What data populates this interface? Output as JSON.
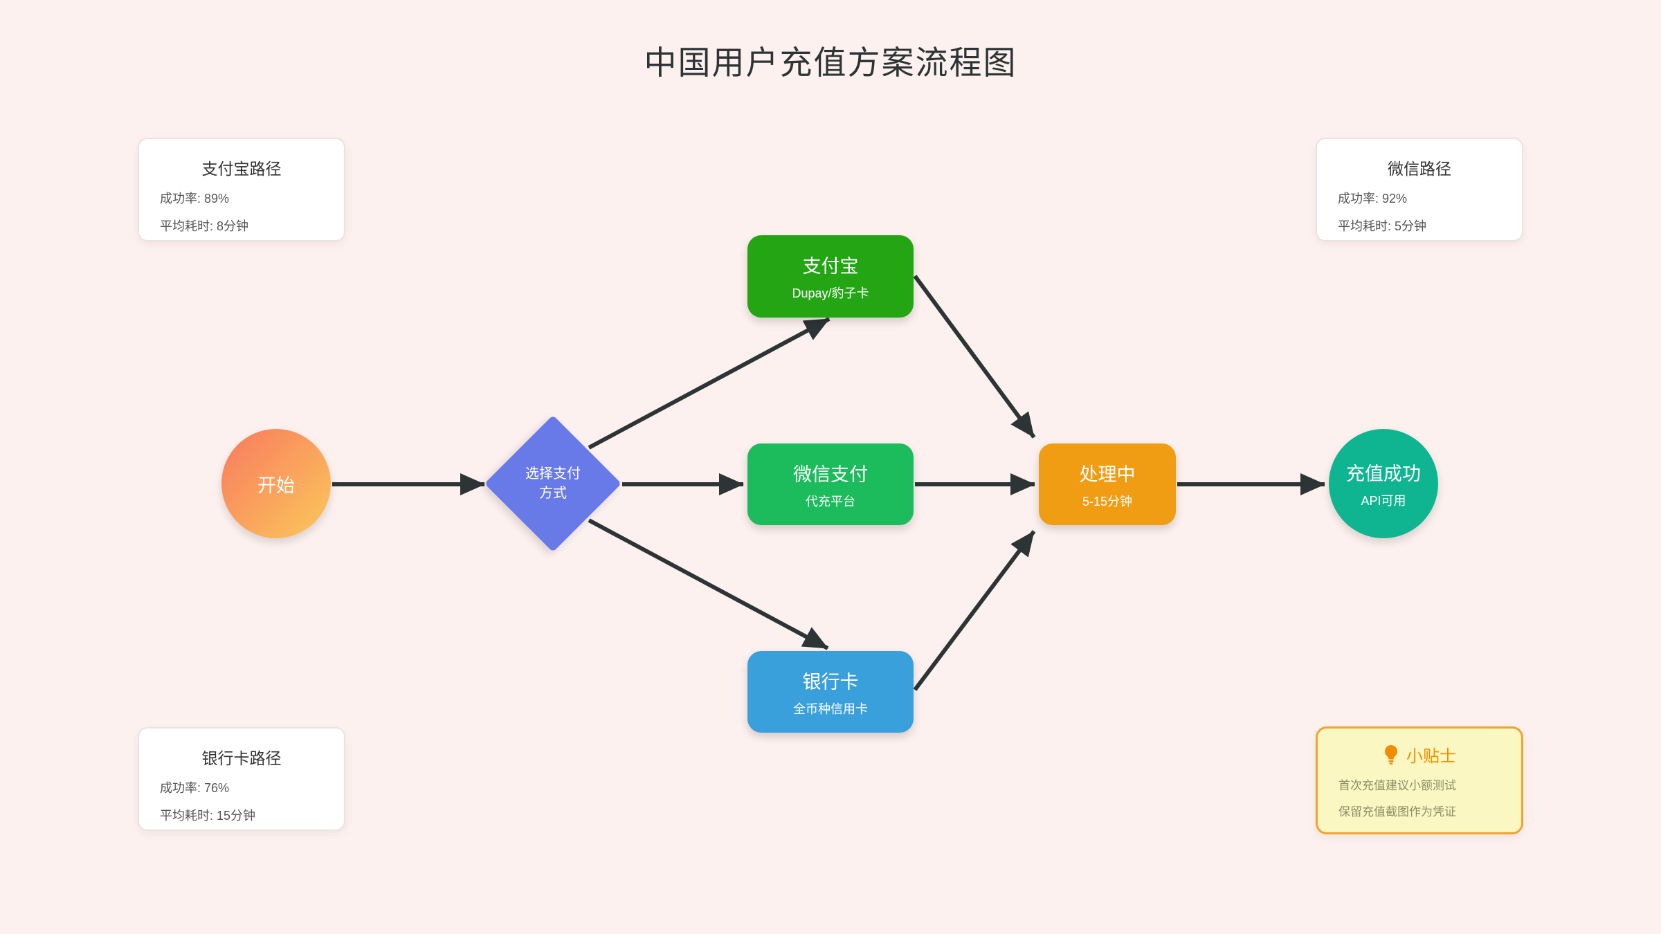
{
  "title": "中国用户充值方案流程图",
  "colors": {
    "background": "#fdf1ef",
    "arrow_line": "#2d3436",
    "start_gradient_from": "#f8795e",
    "start_gradient_to": "#fcc95c",
    "decision_blue": "#6879e8",
    "alipay_green": "#23a514",
    "wechat_green": "#1cbb5c",
    "bank_blue": "#3aa0dc",
    "processing_orange": "#f09d13",
    "success_teal": "#0fb491",
    "tips_background": "#fbf7c3",
    "tips_border": "#f0a330",
    "tips_title_orange": "#f29100"
  },
  "info_cards": {
    "alipay": {
      "title": "支付宝路径",
      "line1": "成功率: 89%",
      "line2": "平均耗时: 8分钟"
    },
    "wechat": {
      "title": "微信路径",
      "line1": "成功率: 92%",
      "line2": "平均耗时: 5分钟"
    },
    "bank": {
      "title": "银行卡路径",
      "line1": "成功率: 76%",
      "line2": "平均耗时: 15分钟"
    }
  },
  "tips": {
    "icon": "lightbulb-icon",
    "title": "小贴士",
    "line1": "首次充值建议小额测试",
    "line2": "保留充值截图作为凭证"
  },
  "nodes": {
    "start": {
      "label": "开始"
    },
    "decision": {
      "label_line1": "选择支付",
      "label_line2": "方式"
    },
    "alipay": {
      "title": "支付宝",
      "subtitle": "Dupay/豹子卡"
    },
    "wechat": {
      "title": "微信支付",
      "subtitle": "代充平台"
    },
    "bank": {
      "title": "银行卡",
      "subtitle": "全币种信用卡"
    },
    "processing": {
      "title": "处理中",
      "subtitle": "5-15分钟"
    },
    "success": {
      "title": "充值成功",
      "subtitle": "API可用"
    }
  }
}
